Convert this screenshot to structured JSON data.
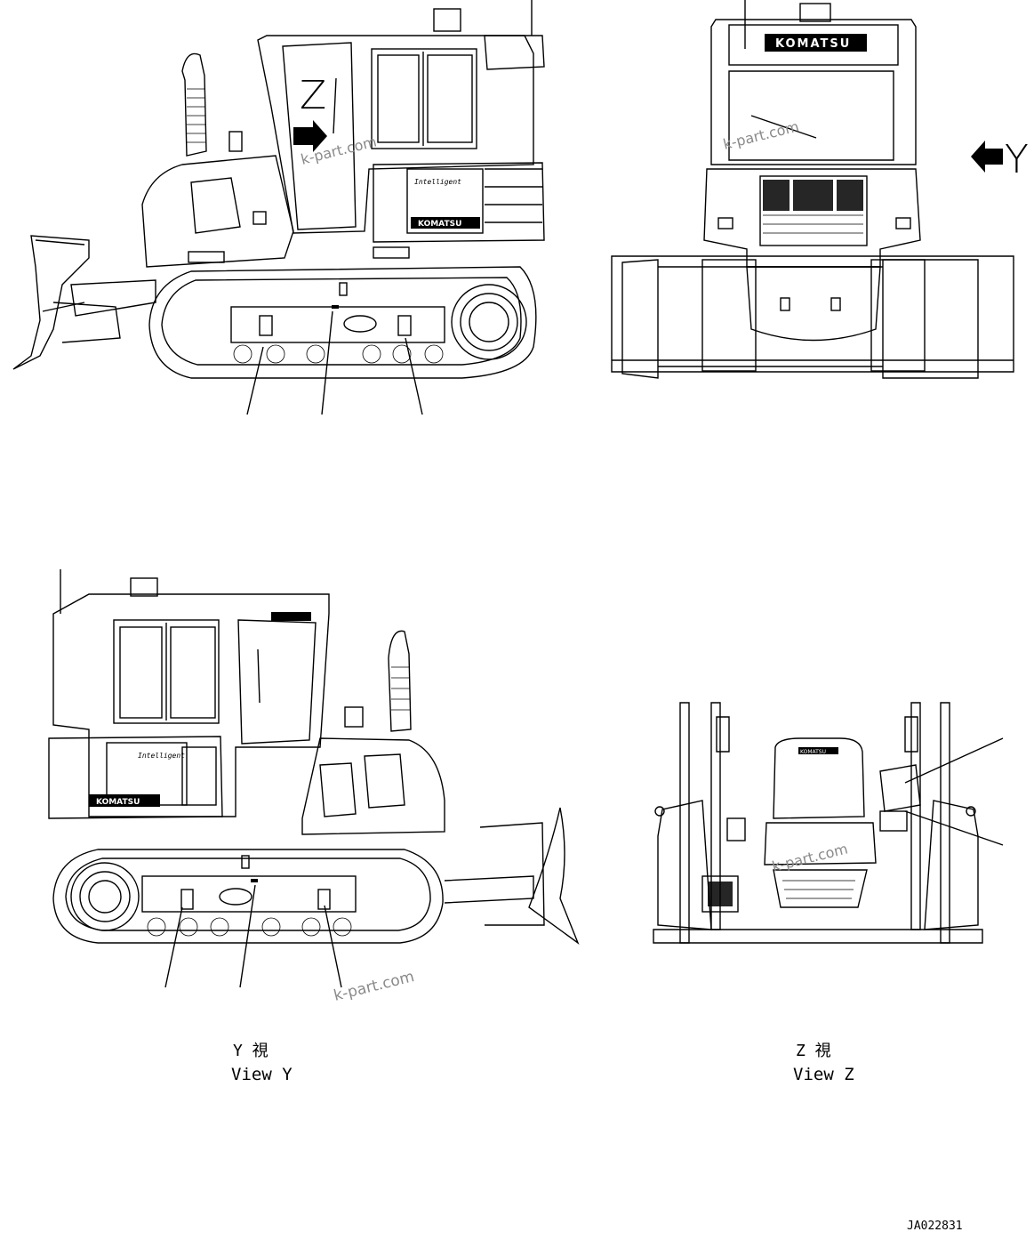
{
  "brand": "KOMATSU",
  "markers": {
    "z": "Z",
    "y": "Y"
  },
  "captions": {
    "view_y_jp": "Y 視",
    "view_y_en": "View Y",
    "view_z_jp": "Z 視",
    "view_z_en": "View Z"
  },
  "drawing_number": "JA022831",
  "watermark": "k-part.com"
}
